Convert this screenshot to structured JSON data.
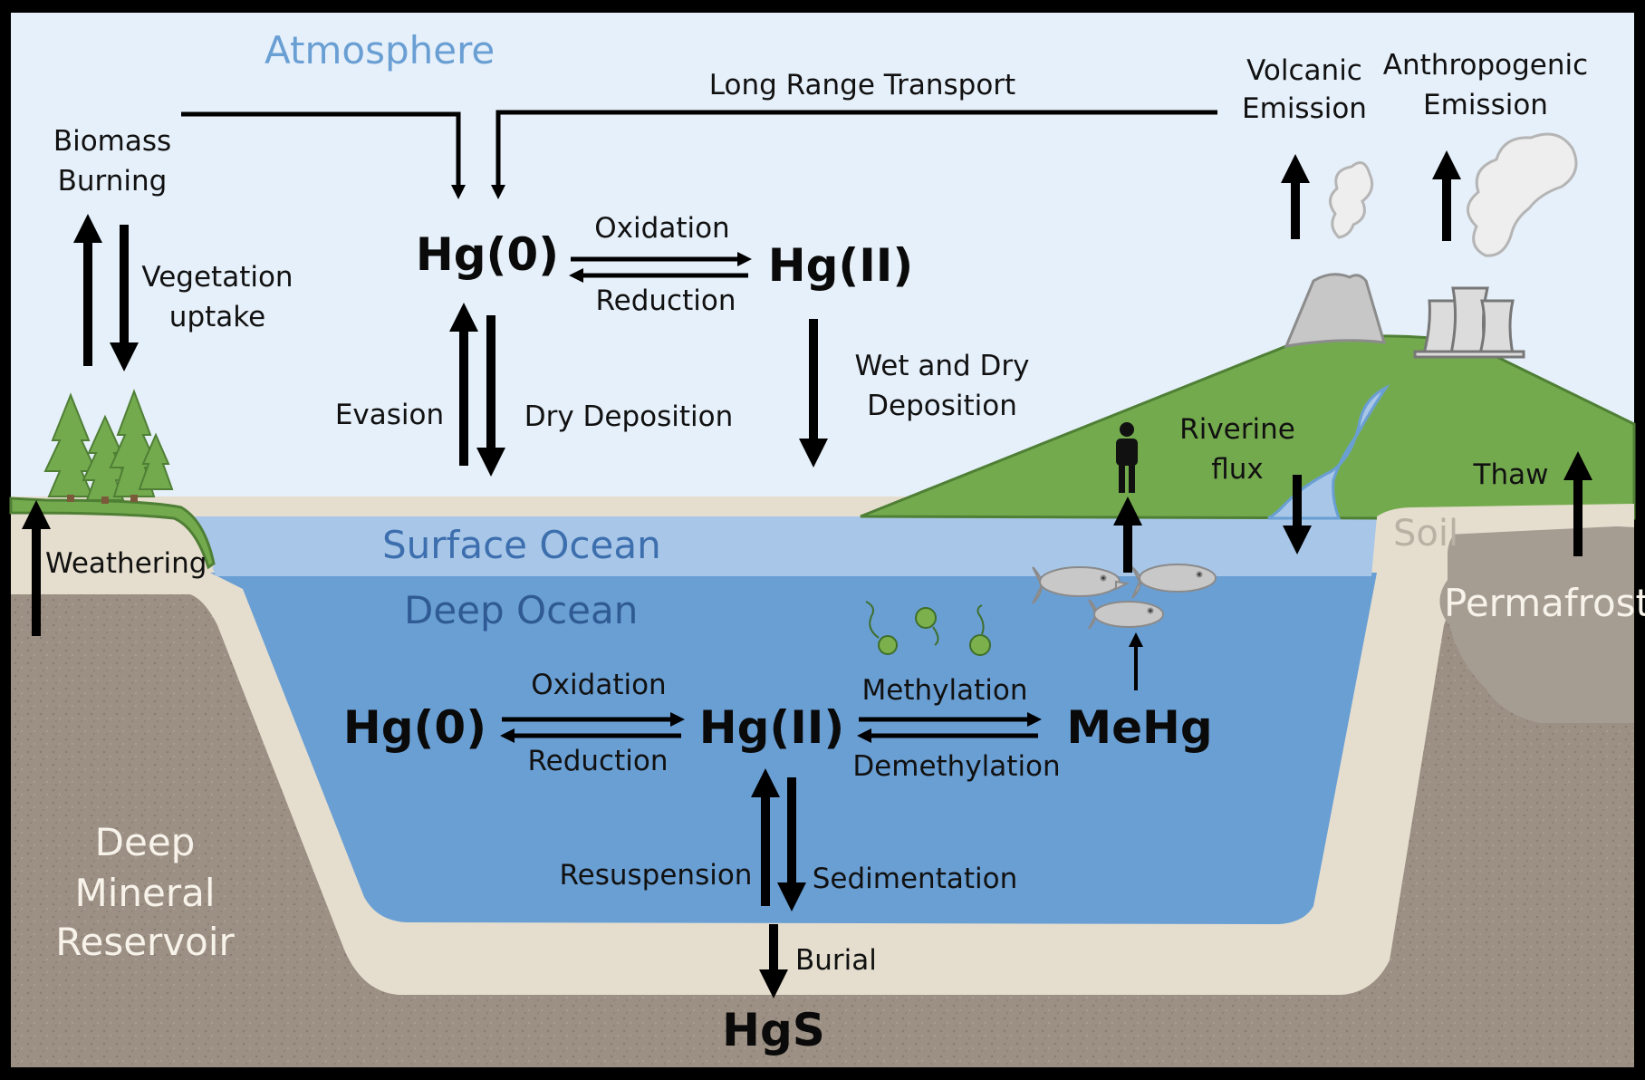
{
  "regions": {
    "atmosphere": "Atmosphere",
    "surface_ocean": "Surface Ocean",
    "deep_ocean": "Deep Ocean",
    "soil": "Soil",
    "permafrost": "Permafrost",
    "deep_mineral": [
      "Deep",
      "Mineral",
      "Reservoir"
    ]
  },
  "species": {
    "atm_hg0": "Hg(0)",
    "atm_hg2": "Hg(II)",
    "ocean_hg0": "Hg(0)",
    "ocean_hg2": "Hg(II)",
    "mehg": "MeHg",
    "hgs": "HgS"
  },
  "processes": {
    "long_range": "Long Range Transport",
    "volcanic": [
      "Volcanic",
      "Emission"
    ],
    "anthropogenic": [
      "Anthropogenic",
      "Emission"
    ],
    "biomass": [
      "Biomass",
      "Burning"
    ],
    "vegetation": [
      "Vegetation",
      "uptake"
    ],
    "atm_oxidation": "Oxidation",
    "atm_reduction": "Reduction",
    "evasion": "Evasion",
    "dry_deposition": "Dry Deposition",
    "wet_dry": [
      "Wet and Dry",
      "Deposition"
    ],
    "riverine": [
      "Riverine",
      "flux"
    ],
    "thaw": "Thaw",
    "weathering": "Weathering",
    "ocean_oxidation": "Oxidation",
    "ocean_reduction": "Reduction",
    "methylation": "Methylation",
    "demethylation": "Demethylation",
    "resuspension": "Resuspension",
    "sedimentation": "Sedimentation",
    "burial": "Burial"
  },
  "colors": {
    "sky": "#e6f0fa",
    "surface_ocean": "#a7c6e8",
    "deep_ocean": "#6a9fd4",
    "land": "#74aa4e",
    "sediment": "#e5dece",
    "bedrock": "#9c8f83",
    "permafrost": "#a59c92"
  },
  "icons": [
    "tree-icon",
    "volcano-icon",
    "power-plant-icon",
    "smoke-icon",
    "fish-icon",
    "microbe-icon",
    "person-icon"
  ]
}
